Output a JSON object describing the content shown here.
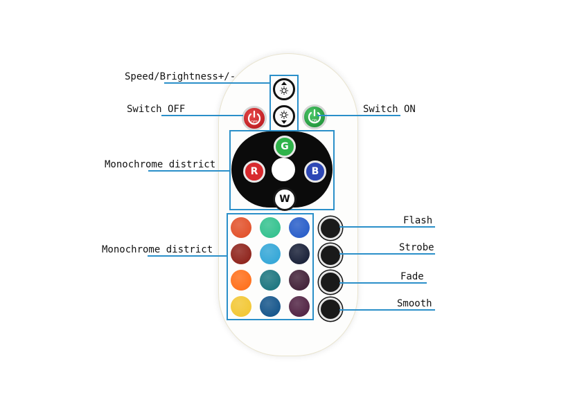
{
  "labels": {
    "speed": "Speed/Brightness+/-",
    "switch_off": "Switch OFF",
    "switch_on": "Switch ON",
    "monochrome_1": "Monochrome district",
    "monochrome_2": "Monochrome district",
    "flash": "Flash",
    "strobe": "Strobe",
    "fade": "Fade",
    "smooth": "Smooth"
  },
  "buttons": {
    "off_text": "OFF",
    "on_text": "ON",
    "green": "G",
    "red": "R",
    "blue": "B",
    "white": "W"
  },
  "colors": {
    "accent_line": "#2a8fc9",
    "grid": [
      [
        "#e14a22",
        "#2bbf8a",
        "#1f57c7"
      ],
      [
        "#8a1a12",
        "#2ba3d6",
        "#0f1730"
      ],
      [
        "#ff6a12",
        "#13707a",
        "#3a1830"
      ],
      [
        "#f2c52c",
        "#0b4e86",
        "#4a1a3c"
      ]
    ]
  },
  "icons": {
    "off": "power-icon",
    "on": "power-icon",
    "up": "brightness-up-icon",
    "down": "brightness-down-icon"
  }
}
